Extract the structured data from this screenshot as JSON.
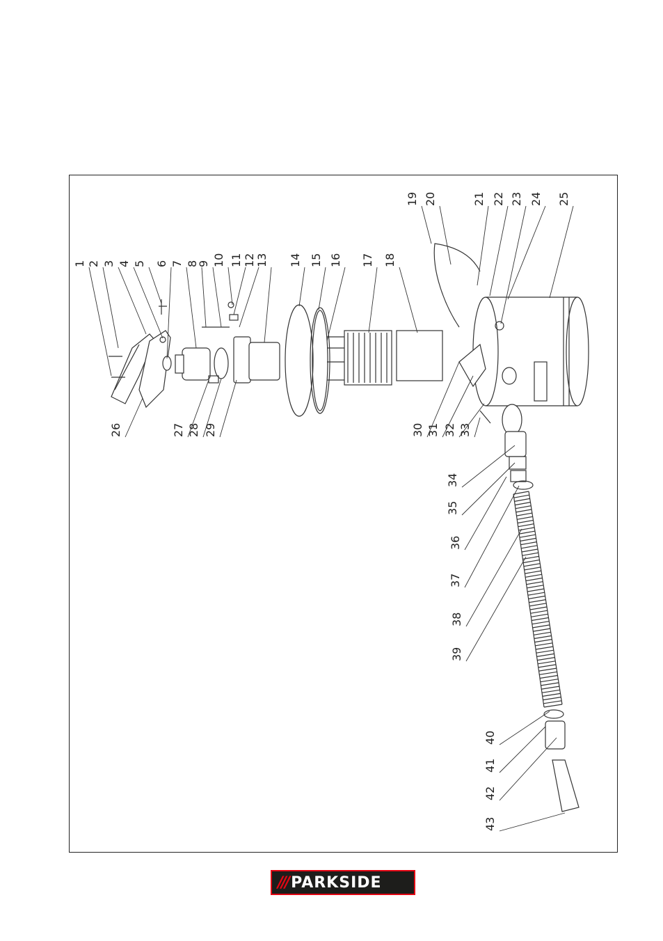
{
  "diagram": {
    "labels": [
      "1",
      "2",
      "3",
      "4",
      "5",
      "6",
      "7",
      "8",
      "9",
      "10",
      "11",
      "12",
      "13",
      "14",
      "15",
      "16",
      "17",
      "18",
      "19",
      "20",
      "21",
      "22",
      "23",
      "24",
      "25",
      "26",
      "27",
      "28",
      "29",
      "30",
      "31",
      "32",
      "33",
      "34",
      "35",
      "36",
      "37",
      "38",
      "39",
      "40",
      "41",
      "42",
      "43"
    ]
  },
  "brand": {
    "slashes": "///",
    "name": "PARKSIDE",
    "accent_color": "#e30613",
    "bg_color": "#1d1d1b"
  }
}
